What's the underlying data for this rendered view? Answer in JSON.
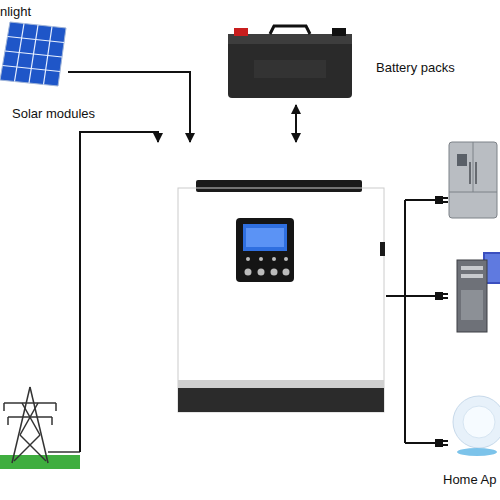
{
  "diagram": {
    "nodes": [
      {
        "text": [
          "nlight",
          "Solar modules"
        ]
      },
      {
        "text": [
          "Battery packs"
        ]
      },
      {
        "text": []
      },
      {
        "text": [
          "Home Ap"
        ]
      },
      {
        "text": []
      }
    ],
    "edges": [
      {
        "from": 0,
        "to": 2,
        "arrow": "to"
      },
      {
        "from": 4,
        "to": 2,
        "arrow": "to"
      },
      {
        "from": 1,
        "to": 2,
        "arrow": "both"
      },
      {
        "from": 2,
        "to": 3,
        "arrow": "none"
      }
    ]
  }
}
